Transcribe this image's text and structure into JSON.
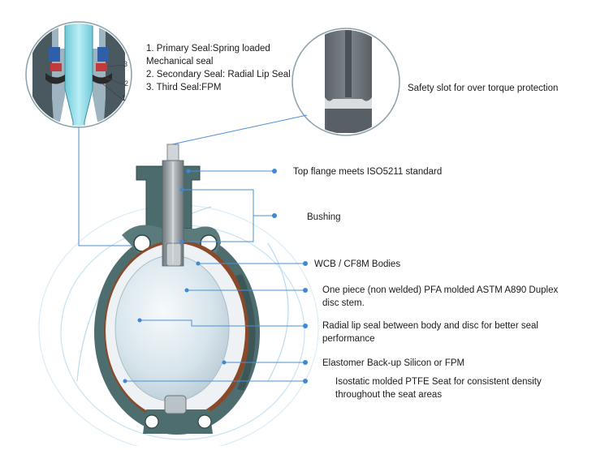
{
  "colors": {
    "callout_line": "#4a90d9",
    "callout_dot": "#3f88d6",
    "body_green": "#4a6a6b",
    "seat_white": "#eef2f4",
    "disc_pale": "#dde9f0",
    "elastomer_brown": "#8a4a2a",
    "stem_steel": "#8e979c"
  },
  "seal_detail": {
    "lines": [
      "1. Primary Seal:Spring loaded",
      "Mechanical seal",
      "2. Secondary Seal: Radial Lip Seal",
      "3. Third Seal:FPM"
    ],
    "numbers": [
      "3",
      "2",
      "1"
    ]
  },
  "safety_slot": {
    "label": "Safety slot for over torque protection"
  },
  "callouts": [
    {
      "id": "top-flange",
      "text": "Top flange meets ISO5211 standard"
    },
    {
      "id": "bushing",
      "text": "Bushing"
    },
    {
      "id": "bodies",
      "text": "WCB / CF8M Bodies"
    },
    {
      "id": "disc-stem",
      "lines": [
        "One piece (non welded) PFA molded ASTM A890 Duplex",
        "disc stem."
      ]
    },
    {
      "id": "radial-lip",
      "lines": [
        "Radial lip seal between body and disc for better seal",
        "performance"
      ]
    },
    {
      "id": "elastomer",
      "text": "Elastomer Back-up Silicon or FPM"
    },
    {
      "id": "ptfe-seat",
      "lines": [
        "Isostatic molded PTFE Seat for consistent density",
        "throughout the seat areas"
      ]
    }
  ]
}
